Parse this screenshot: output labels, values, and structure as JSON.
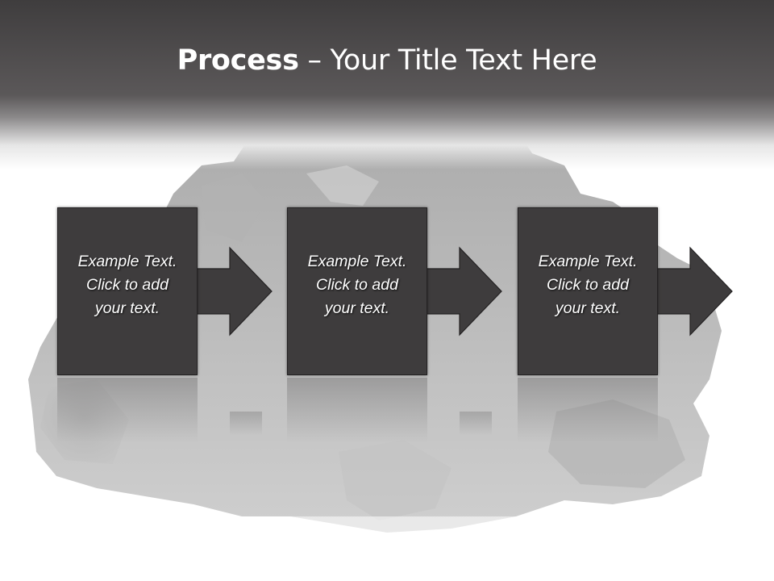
{
  "slide": {
    "title_bold": "Process",
    "title_rest": " – Your Title Text Here",
    "steps": [
      {
        "line1": "Example Text.",
        "line2": "Click  to add",
        "line3": "your text."
      },
      {
        "line1": "Example Text.",
        "line2": "Click  to add",
        "line3": "your text."
      },
      {
        "line1": "Example Text.",
        "line2": "Click  to add",
        "line3": "your text."
      }
    ]
  },
  "colors": {
    "header_dark": "#3f3d3e",
    "box_fill": "#3e3c3d",
    "rock_gray": "#b9b9b9",
    "title_text": "#ffffff"
  }
}
